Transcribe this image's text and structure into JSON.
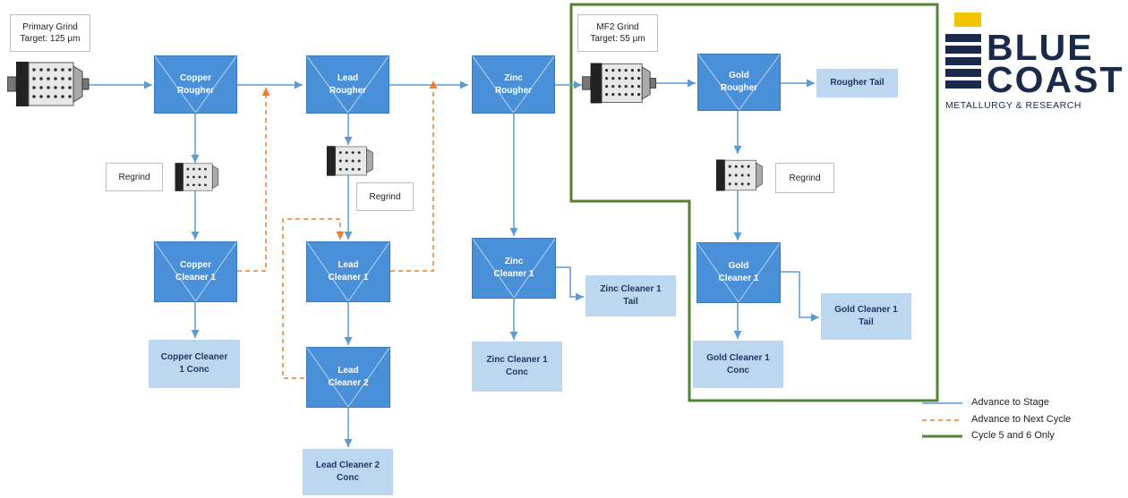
{
  "grinds": {
    "primary": "Primary Grind\nTarget: 125 µm",
    "mf2": "MF2 Grind\nTarget: 55 µm",
    "regrind": "Regrind"
  },
  "cells": {
    "copper_rougher": "Copper\nRougher",
    "lead_rougher": "Lead\nRougher",
    "zinc_rougher": "Zinc\nRougher",
    "gold_rougher": "Gold\nRougher",
    "copper_cleaner_1": "Copper\nCleaner 1",
    "lead_cleaner_1": "Lead\nCleaner 1",
    "lead_cleaner_2": "Lead\nCleaner 2",
    "zinc_cleaner_1": "Zinc\nCleaner 1",
    "gold_cleaner_1": "Gold\nCleaner 1"
  },
  "products": {
    "rougher_tail": "Rougher Tail",
    "copper_cleaner_1_conc": "Copper Cleaner\n1 Conc",
    "lead_cleaner_2_conc": "Lead Cleaner 2\nConc",
    "zinc_cleaner_1_tail": "Zinc Cleaner 1\nTail",
    "zinc_cleaner_1_conc": "Zinc Cleaner 1\nConc",
    "gold_cleaner_1_tail": "Gold Cleaner 1\nTail",
    "gold_cleaner_1_conc": "Gold Cleaner 1\nConc"
  },
  "legend": {
    "advance_stage": "Advance to Stage",
    "advance_cycle": "Advance to Next Cycle",
    "cycle_5_6": "Cycle 5 and 6 Only"
  },
  "logo": {
    "line1": "BLUE",
    "line2": "COAST",
    "tagline": "METALLURGY & RESEARCH"
  },
  "colors": {
    "cell": "#4a90d9",
    "product": "#bcd7ef",
    "advance_stage": "#5b9bd5",
    "advance_cycle": "#ed7d31",
    "cycle_5_6": "#548235",
    "logo_navy": "#1b2a4a",
    "logo_yellow": "#f2c500"
  }
}
